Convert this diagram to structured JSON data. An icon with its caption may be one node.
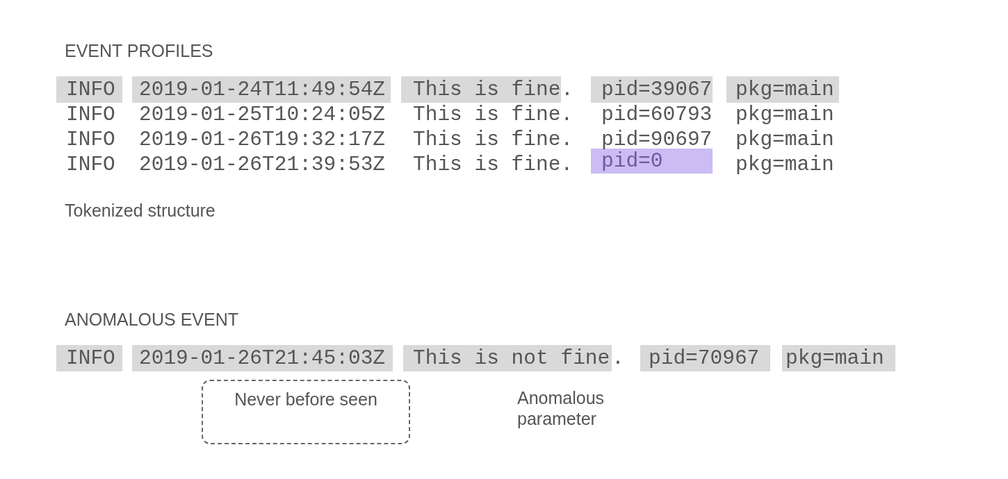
{
  "diagram": {
    "nodes": [
      {
        "text": [
          "INFO"
        ]
      },
      {
        "text": [
          "2019-01-24T11:49:54Z"
        ]
      },
      {
        "text": [
          "This is fine"
        ]
      },
      {
        "text": [
          "pid=39067"
        ]
      },
      {
        "text": [
          "pkg=main"
        ]
      },
      {
        "text": [
          "pid=0"
        ]
      },
      {
        "text": [
          "INFO"
        ]
      },
      {
        "text": [
          "2019-01-26T21:45:03Z"
        ]
      },
      {
        "text": [
          "This is not fine"
        ]
      },
      {
        "text": [
          "pid=70967"
        ]
      },
      {
        "text": [
          "pkg=main"
        ]
      },
      {
        "text": [
          "Never before seen"
        ]
      }
    ],
    "labels": [
      "EVENT PROFILES",
      ".",
      "INFO",
      "2019-01-25T10:24:05Z",
      "This is fine.",
      "pid=60793",
      "pkg=main",
      "INFO",
      "2019-01-26T19:32:17Z",
      "This is fine.",
      "pid=90697",
      "pkg=main",
      "INFO",
      "2019-01-26T21:39:53Z",
      "This is fine.",
      "pkg=main",
      "Tokenized structure",
      "ANOMALOUS EVENT",
      ".",
      "Anomalous parameter"
    ]
  }
}
